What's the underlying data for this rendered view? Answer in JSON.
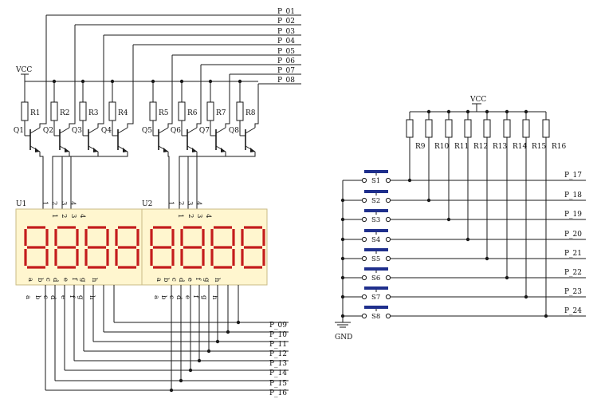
{
  "power": {
    "vcc_left": "VCC",
    "vcc_right": "VCC",
    "gnd": "GND"
  },
  "top_nets": [
    "P_01",
    "P_02",
    "P_03",
    "P_04",
    "P_05",
    "P_06",
    "P_07",
    "P_08"
  ],
  "resistors_left": [
    "R1",
    "R2",
    "R3",
    "R4",
    "R5",
    "R6",
    "R7",
    "R8"
  ],
  "transistors": [
    "Q1",
    "Q2",
    "Q3",
    "Q4",
    "Q5",
    "Q6",
    "Q7",
    "Q8"
  ],
  "displays": [
    {
      "ref": "U1",
      "digits": [
        "8",
        "8",
        "8",
        "8"
      ]
    },
    {
      "ref": "U2",
      "digits": [
        "8",
        "8",
        "8",
        "8"
      ]
    }
  ],
  "digit_pins": [
    "1",
    "2",
    "3",
    "4"
  ],
  "segment_pins": [
    "a",
    "b",
    "c",
    "d",
    "e",
    "f",
    "g",
    "h"
  ],
  "segment_nets": [
    "P_09",
    "P_10",
    "P_11",
    "P_12",
    "P_13",
    "P_14",
    "P_15",
    "P_16"
  ],
  "resistors_right": [
    "R9",
    "R10",
    "R11",
    "R12",
    "R13",
    "R14",
    "R15",
    "R16"
  ],
  "switches": [
    "S1",
    "S2",
    "S3",
    "S4",
    "S5",
    "S6",
    "S7",
    "S8"
  ],
  "key_nets": [
    "P_17",
    "P_18",
    "P_19",
    "P_20",
    "P_21",
    "P_22",
    "P_23",
    "P_24"
  ]
}
